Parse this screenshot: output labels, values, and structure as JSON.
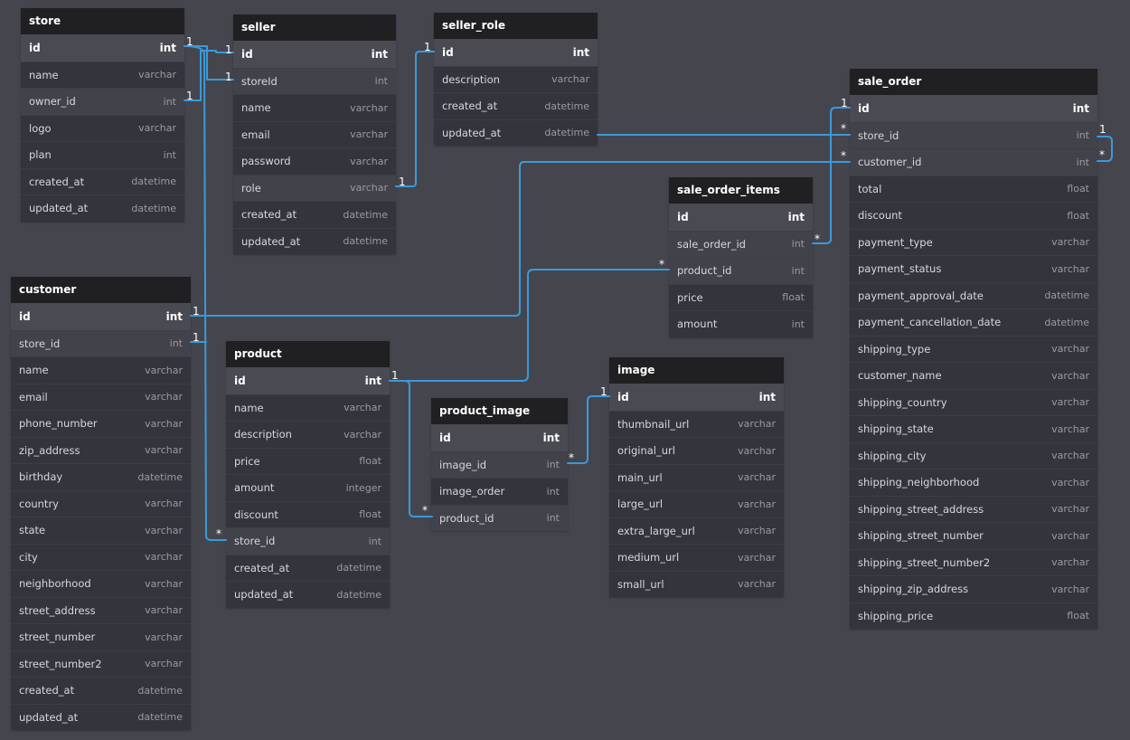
{
  "tables": [
    {
      "id": "store",
      "name": "store",
      "columns": [
        {
          "name": "id",
          "type": "int",
          "pk": true
        },
        {
          "name": "name",
          "type": "varchar"
        },
        {
          "name": "owner_id",
          "type": "int",
          "fk": true
        },
        {
          "name": "logo",
          "type": "varchar"
        },
        {
          "name": "plan",
          "type": "int"
        },
        {
          "name": "created_at",
          "type": "datetime"
        },
        {
          "name": "updated_at",
          "type": "datetime"
        }
      ]
    },
    {
      "id": "seller",
      "name": "seller",
      "columns": [
        {
          "name": "id",
          "type": "int",
          "pk": true
        },
        {
          "name": "storeId",
          "type": "int",
          "fk": true
        },
        {
          "name": "name",
          "type": "varchar"
        },
        {
          "name": "email",
          "type": "varchar"
        },
        {
          "name": "password",
          "type": "varchar"
        },
        {
          "name": "role",
          "type": "varchar",
          "fk": true
        },
        {
          "name": "created_at",
          "type": "datetime"
        },
        {
          "name": "updated_at",
          "type": "datetime"
        }
      ]
    },
    {
      "id": "seller_role",
      "name": "seller_role",
      "columns": [
        {
          "name": "id",
          "type": "int",
          "pk": true
        },
        {
          "name": "description",
          "type": "varchar"
        },
        {
          "name": "created_at",
          "type": "datetime"
        },
        {
          "name": "updated_at",
          "type": "datetime"
        }
      ]
    },
    {
      "id": "sale_order",
      "name": "sale_order",
      "columns": [
        {
          "name": "id",
          "type": "int",
          "pk": true
        },
        {
          "name": "store_id",
          "type": "int",
          "fk": true
        },
        {
          "name": "customer_id",
          "type": "int",
          "fk": true
        },
        {
          "name": "total",
          "type": "float"
        },
        {
          "name": "discount",
          "type": "float"
        },
        {
          "name": "payment_type",
          "type": "varchar"
        },
        {
          "name": "payment_status",
          "type": "varchar"
        },
        {
          "name": "payment_approval_date",
          "type": "datetime"
        },
        {
          "name": "payment_cancellation_date",
          "type": "datetime"
        },
        {
          "name": "shipping_type",
          "type": "varchar"
        },
        {
          "name": "customer_name",
          "type": "varchar"
        },
        {
          "name": "shipping_country",
          "type": "varchar"
        },
        {
          "name": "shipping_state",
          "type": "varchar"
        },
        {
          "name": "shipping_city",
          "type": "varchar"
        },
        {
          "name": "shipping_neighborhood",
          "type": "varchar"
        },
        {
          "name": "shipping_street_address",
          "type": "varchar"
        },
        {
          "name": "shipping_street_number",
          "type": "varchar"
        },
        {
          "name": "shipping_street_number2",
          "type": "varchar"
        },
        {
          "name": "shipping_zip_address",
          "type": "varchar"
        },
        {
          "name": "shipping_price",
          "type": "float"
        }
      ]
    },
    {
      "id": "sale_order_items",
      "name": "sale_order_items",
      "columns": [
        {
          "name": "id",
          "type": "int",
          "pk": true
        },
        {
          "name": "sale_order_id",
          "type": "int",
          "fk": true
        },
        {
          "name": "product_id",
          "type": "int",
          "fk": true
        },
        {
          "name": "price",
          "type": "float"
        },
        {
          "name": "amount",
          "type": "int"
        }
      ]
    },
    {
      "id": "customer",
      "name": "customer",
      "columns": [
        {
          "name": "id",
          "type": "int",
          "pk": true
        },
        {
          "name": "store_id",
          "type": "int",
          "fk": true
        },
        {
          "name": "name",
          "type": "varchar"
        },
        {
          "name": "email",
          "type": "varchar"
        },
        {
          "name": "phone_number",
          "type": "varchar"
        },
        {
          "name": "zip_address",
          "type": "varchar"
        },
        {
          "name": "birthday",
          "type": "datetime"
        },
        {
          "name": "country",
          "type": "varchar"
        },
        {
          "name": "state",
          "type": "varchar"
        },
        {
          "name": "city",
          "type": "varchar"
        },
        {
          "name": "neighborhood",
          "type": "varchar"
        },
        {
          "name": "street_address",
          "type": "varchar"
        },
        {
          "name": "street_number",
          "type": "varchar"
        },
        {
          "name": "street_number2",
          "type": "varchar"
        },
        {
          "name": "created_at",
          "type": "datetime"
        },
        {
          "name": "updated_at",
          "type": "datetime"
        }
      ]
    },
    {
      "id": "product",
      "name": "product",
      "columns": [
        {
          "name": "id",
          "type": "int",
          "pk": true
        },
        {
          "name": "name",
          "type": "varchar"
        },
        {
          "name": "description",
          "type": "varchar"
        },
        {
          "name": "price",
          "type": "float"
        },
        {
          "name": "amount",
          "type": "integer"
        },
        {
          "name": "discount",
          "type": "float"
        },
        {
          "name": "store_id",
          "type": "int",
          "fk": true
        },
        {
          "name": "created_at",
          "type": "datetime"
        },
        {
          "name": "updated_at",
          "type": "datetime"
        }
      ]
    },
    {
      "id": "product_image",
      "name": "product_image",
      "columns": [
        {
          "name": "id",
          "type": "int",
          "pk": true
        },
        {
          "name": "image_id",
          "type": "int",
          "fk": true
        },
        {
          "name": "image_order",
          "type": "int"
        },
        {
          "name": "product_id",
          "type": "int",
          "fk": true
        }
      ]
    },
    {
      "id": "image",
      "name": "image",
      "columns": [
        {
          "name": "id",
          "type": "int",
          "pk": true
        },
        {
          "name": "thumbnail_url",
          "type": "varchar"
        },
        {
          "name": "original_url",
          "type": "varchar"
        },
        {
          "name": "main_url",
          "type": "varchar"
        },
        {
          "name": "large_url",
          "type": "varchar"
        },
        {
          "name": "extra_large_url",
          "type": "varchar"
        },
        {
          "name": "medium_url",
          "type": "varchar"
        },
        {
          "name": "small_url",
          "type": "varchar"
        }
      ]
    }
  ],
  "relationships": [
    {
      "from": "seller.storeId",
      "to": "store.id",
      "from_card": "1",
      "to_card": "1"
    },
    {
      "from": "store.owner_id",
      "to": "seller.id",
      "from_card": "1",
      "to_card": "1"
    },
    {
      "from": "seller.role",
      "to": "seller_role.id",
      "from_card": "1",
      "to_card": "1"
    },
    {
      "from": "customer.store_id",
      "to": "store.id",
      "from_card": "1",
      "to_card": "1"
    },
    {
      "from": "product.store_id",
      "to": "store.id",
      "from_card": "*",
      "to_card": "1"
    },
    {
      "from": "sale_order.store_id",
      "to": "store.id",
      "from_card": "*",
      "to_card": "1"
    },
    {
      "from": "sale_order.customer_id",
      "to": "customer.id",
      "from_card": "*",
      "to_card": "1"
    },
    {
      "from": "sale_order_items.sale_order_id",
      "to": "sale_order.id",
      "from_card": "*",
      "to_card": "1"
    },
    {
      "from": "sale_order_items.product_id",
      "to": "product.id",
      "from_card": "*",
      "to_card": "1"
    },
    {
      "from": "product_image.product_id",
      "to": "product.id",
      "from_card": "*",
      "to_card": "1"
    },
    {
      "from": "product_image.image_id",
      "to": "image.id",
      "from_card": "*",
      "to_card": "1"
    }
  ],
  "colors": {
    "link": "#3a9ad9",
    "canvas": "#45454e",
    "header": "#202022",
    "pk_row": "#4a4a52"
  }
}
